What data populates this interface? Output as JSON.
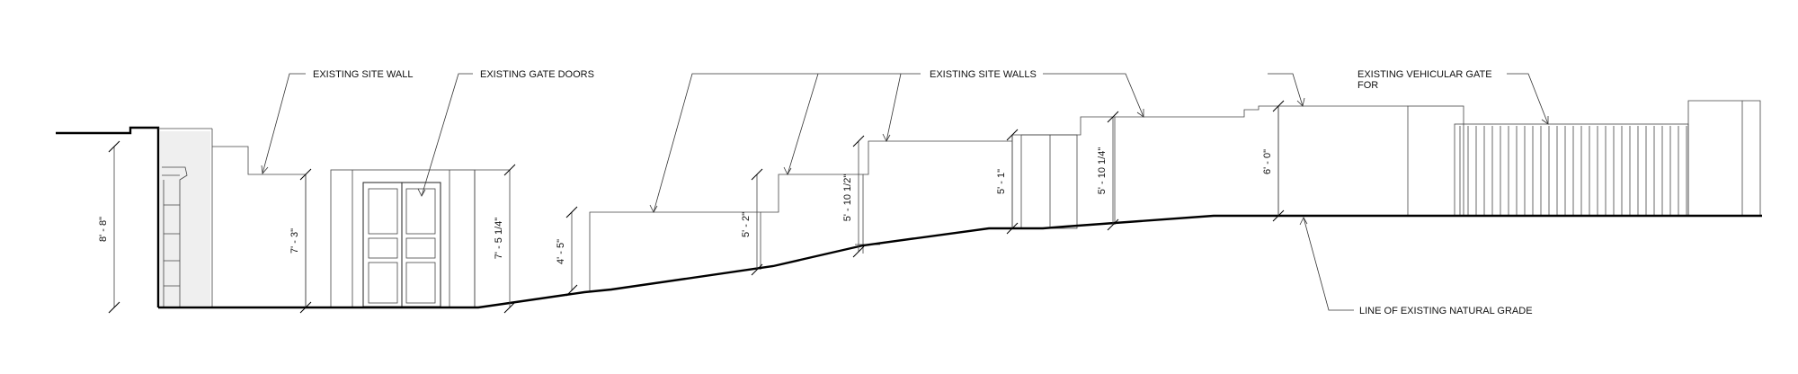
{
  "labels": {
    "existing_site_wall": "EXISTING SITE WALL",
    "existing_gate_doors": "EXISTING GATE DOORS",
    "existing_site_walls": "EXISTING SITE WALLS",
    "existing_vehicular_gate_line1": "EXISTING VEHICULAR GATE",
    "existing_vehicular_gate_line2": "FOR",
    "natural_grade": "LINE OF EXISTING NATURAL GRADE"
  },
  "dimensions": {
    "d1": "8' - 8\"",
    "d2": "7' - 3\"",
    "d3": "7' - 5 1/4\"",
    "d4": "4' - 5\"",
    "d5": "5' - 2\"",
    "d6": "5' - 10 1/2\"",
    "d7": "5' - 1\"",
    "d8": "5' - 10 1/4\"",
    "d9": "6' - 0\""
  },
  "colors": {
    "linework": "#000000",
    "background": "#ffffff"
  }
}
